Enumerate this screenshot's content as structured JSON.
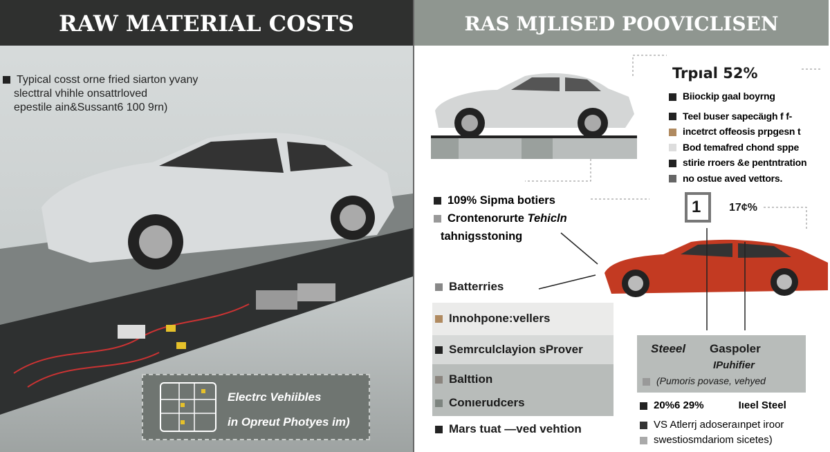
{
  "left": {
    "title": "RAW MATERIAL COSTS",
    "intro": [
      "Typical cosst orne fried siarton yvany",
      "slecttral vhihle onsattrloved",
      "epestile ain&Sussant6 100 9rn)"
    ],
    "ev_box": {
      "line1": "Electrc Vehiibles",
      "line2": "in Opreut Photyes im)",
      "icon": "circuit-board-icon"
    }
  },
  "right": {
    "title": "RAS MJLISED POOVICLISEN",
    "top_stat": "Trpıal 52%",
    "top_list": [
      {
        "label": "Biiockip gaal boyrng",
        "color": "#222222"
      },
      {
        "label": "Teel buser sapecäıgh f f-",
        "color": "#222222"
      },
      {
        "label": "incetrct offeosis prpgesn t",
        "color": "#b08a60"
      },
      {
        "label": "Bod temafred chond sppe",
        "color": "#dddddd"
      },
      {
        "label": "stirie rroers &e pentntration",
        "color": "#222222"
      },
      {
        "label": "no ostue aved vettors.",
        "color": "#666666"
      }
    ],
    "badge": "1",
    "badge_stat": "17¢%",
    "mid_list": [
      {
        "label": "109% Sipma botiers",
        "color": "#222222"
      },
      {
        "label": "Crontenorurte",
        "italic": "Tehicln",
        "color": "#999999"
      }
    ],
    "mid_cont": "tahnigsstoning",
    "materials": [
      {
        "label": "Batterries",
        "color": "#888888"
      },
      {
        "label": "Innohpone:vellers",
        "color": "#b08a60"
      },
      {
        "label": "Semrculclayion sProver",
        "color": "#222222"
      },
      {
        "label": "Balttion",
        "color": "#8a847e"
      },
      {
        "label": "Conıerudcers",
        "color": "#7d847f"
      },
      {
        "label": "Mars tuat —ved vehtion",
        "color": "#222222"
      }
    ],
    "steel_box": {
      "a": "Steeel",
      "b": "Gaspoler",
      "c": "IPuhifier",
      "d": "(Pumoris povase, vehyed"
    },
    "bottom": [
      {
        "label": "20%6 29%",
        "extra": "Iıeel Steel",
        "color": "#222222"
      },
      {
        "label": "VS Atlerrj adoseraınpet iroor",
        "color": "#333333"
      },
      {
        "label": "swestiosmdariom sicetes)",
        "color": "#aaaaaa"
      }
    ]
  }
}
